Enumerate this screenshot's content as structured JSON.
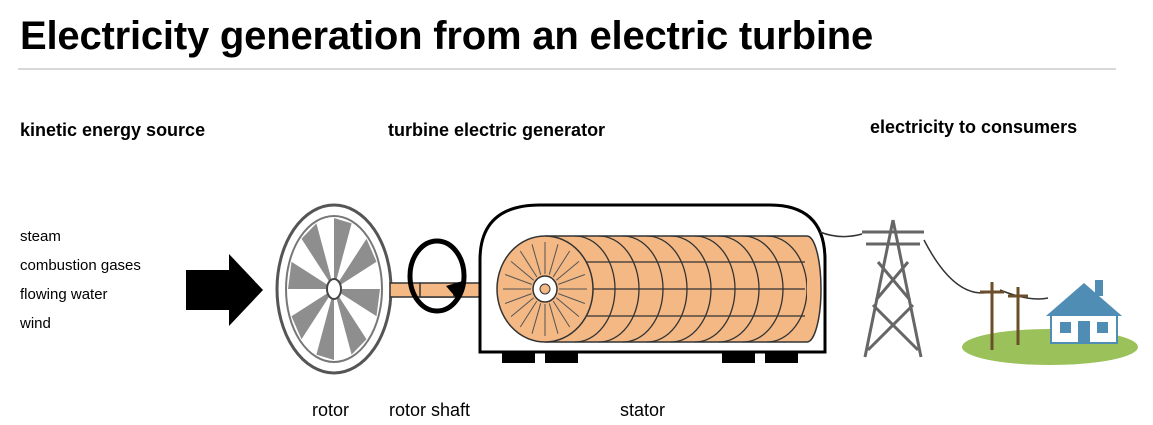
{
  "title": "Electricity generation from an electric turbine",
  "headings": {
    "source": "kinetic energy source",
    "generator": "turbine electric generator",
    "consumers": "electricity to consumers"
  },
  "sources": [
    "steam",
    "combustion gases",
    "flowing water",
    "wind"
  ],
  "labels": {
    "rotor": "rotor",
    "rotor_shaft": "rotor shaft",
    "stator": "stator"
  },
  "colors": {
    "copper": "#f3b884",
    "house": "#4f8db5",
    "grass": "#9bc15a",
    "rotor_gray": "#9a9a9a",
    "dark_gray": "#555555",
    "rule": "#d8d8d8"
  }
}
